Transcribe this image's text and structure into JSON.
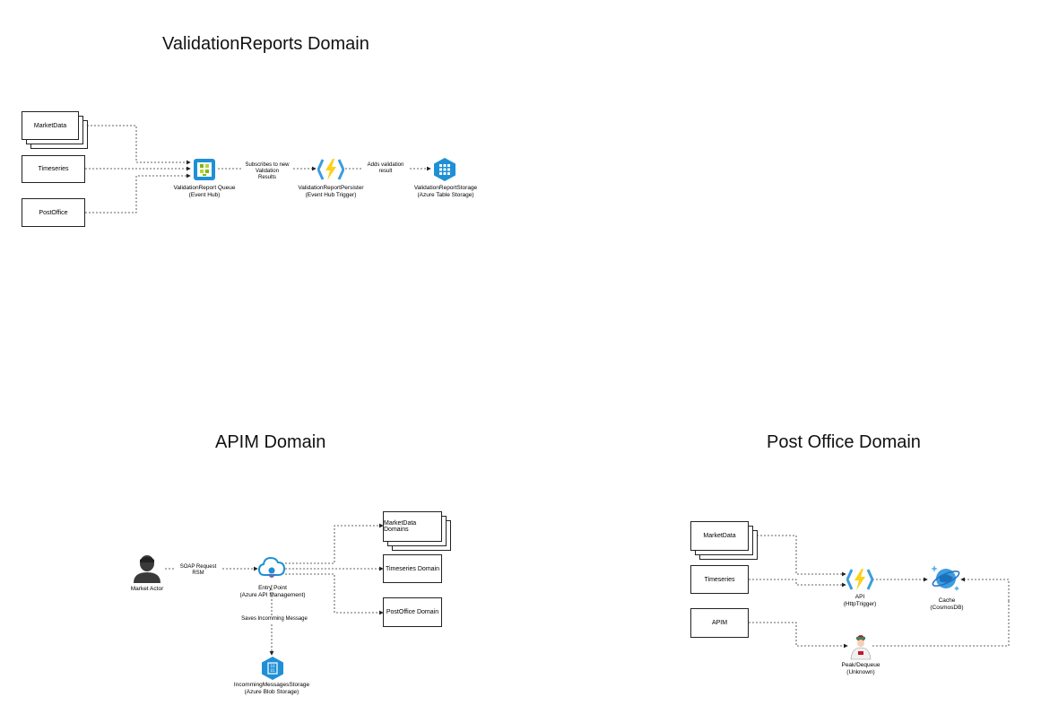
{
  "validation": {
    "title": "ValidationReports Domain",
    "sources": [
      "MarketData",
      "Timeseries",
      "PostOffice"
    ],
    "queue": {
      "name": "ValidationReport Queue",
      "type": "(Event Hub)"
    },
    "persister": {
      "name": "ValidationReportPersister",
      "type": "(Event Hub Trigger)"
    },
    "storage": {
      "name": "ValidationReportStorage",
      "type": "(Azure Table Storage)"
    },
    "edge_subscribe": [
      "Subscribes to new",
      "Validation",
      "Results"
    ],
    "edge_adds": [
      "Adds validation",
      "result"
    ]
  },
  "apim": {
    "title": "APIM Domain",
    "actor": "Market Actor",
    "edge_soap": [
      "SOAP Request",
      "RSM"
    ],
    "entry": {
      "name": "Entry Point",
      "type": "(Azure API Management)"
    },
    "edge_saves": "Saves Incomming Message",
    "storage": {
      "name": "IncommingMessagesStorage",
      "type": "(Azure Blob Storage)"
    },
    "targets": [
      "MarketData Domains",
      "Timeseries Domain",
      "PostOffice Domain"
    ]
  },
  "postoffice": {
    "title": "Post Office Domain",
    "sources": [
      "MarketData",
      "Timeseries",
      "APIM"
    ],
    "api": {
      "name": "API",
      "type": "(HttpTrigger)"
    },
    "cache": {
      "name": "Cache",
      "type": "(CosmosDB)"
    },
    "peek": {
      "name": "Peak/Dequeue",
      "type": "(Unknown)"
    }
  },
  "colors": {
    "azure_blue": "#1e90d6",
    "event_hub_green": "#7fba00",
    "function_yellow": "#fcd116",
    "cosmos_blue": "#3c9de0"
  },
  "icons": [
    "event-hub-icon",
    "azure-function-icon",
    "table-storage-icon",
    "user-icon",
    "api-management-icon",
    "blob-storage-icon",
    "cosmosdb-icon",
    "unknown-service-icon"
  ]
}
